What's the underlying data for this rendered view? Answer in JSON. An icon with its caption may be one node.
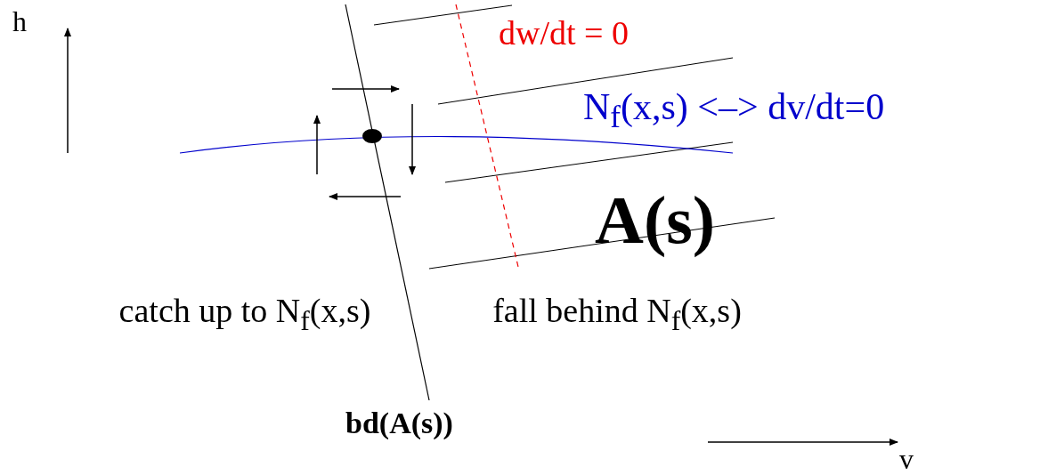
{
  "diagram": {
    "labels": [
      "h",
      "dw/dt = 0",
      "N$_{f}$(x,s) <–> dv/dt=0",
      "A(s)",
      "catch up to N$_{f}$(x,s)",
      "fall behind N$_{f}$(x,s)",
      "bd(A(s))",
      "v"
    ]
  }
}
